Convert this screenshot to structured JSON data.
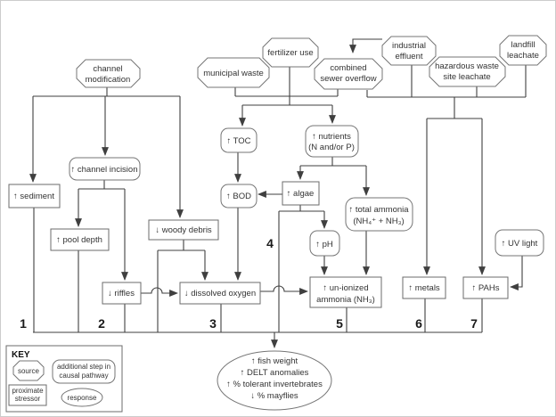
{
  "nodes": {
    "channel_modification": {
      "line1": "channel",
      "line2": "modification"
    },
    "municipal_waste": {
      "line1": "municipal waste"
    },
    "fertilizer_use": {
      "line1": "fertilizer use"
    },
    "combined_sewer_overflow": {
      "line1": "combined",
      "line2": "sewer overflow"
    },
    "industrial_effluent": {
      "line1": "industrial",
      "line2": "effluent"
    },
    "hazardous_waste_site_leachate": {
      "line1": "hazardous waste",
      "line2": "site leachate"
    },
    "landfill_leachate": {
      "line1": "landfill",
      "line2": "leachate"
    },
    "sediment": {
      "line1": "↑ sediment"
    },
    "channel_incision": {
      "line1": "↑ channel incision"
    },
    "pool_depth": {
      "line1": "↑ pool depth"
    },
    "woody_debris": {
      "line1": "↓ woody debris"
    },
    "riffles": {
      "line1": "↓ riffles"
    },
    "dissolved_oxygen": {
      "line1": "↓ dissolved oxygen"
    },
    "toc": {
      "line1": "↑ TOC"
    },
    "bod": {
      "line1": "↑ BOD"
    },
    "nutrients": {
      "line1": "↑ nutrients",
      "line2": "(N and/or P)"
    },
    "algae": {
      "line1": "↑ algae"
    },
    "ph": {
      "line1": "↑ pH"
    },
    "total_ammonia": {
      "line1": "↑ total ammonia",
      "line2": "(NH₄⁺ + NH₃)"
    },
    "un_ionized_ammonia": {
      "line1": "↑ un-ionized",
      "line2": "ammonia (NH₃)"
    },
    "metals": {
      "line1": "↑ metals"
    },
    "pahs": {
      "line1": "↑ PAHs"
    },
    "uv_light": {
      "line1": "↑ UV light"
    }
  },
  "pathways": {
    "p1": "1",
    "p2": "2",
    "p3": "3",
    "p4": "4",
    "p5": "5",
    "p6": "6",
    "p7": "7"
  },
  "response": {
    "line1": "↑ fish weight",
    "line2": "↑ DELT anomalies",
    "line3": "↑ % tolerant invertebrates",
    "line4": "↓ % mayflies"
  },
  "key": {
    "title": "KEY",
    "source_label": "source",
    "additional_step_line1": "additional step in",
    "additional_step_line2": "causal pathway",
    "proximate_line1": "proximate",
    "proximate_line2": "stressor",
    "response_label": "response"
  },
  "colors": {
    "background": "#ffffff",
    "line": "#3f3f3f",
    "shape_stroke": "#757575",
    "text": "#333333",
    "border": "#cccccc"
  }
}
